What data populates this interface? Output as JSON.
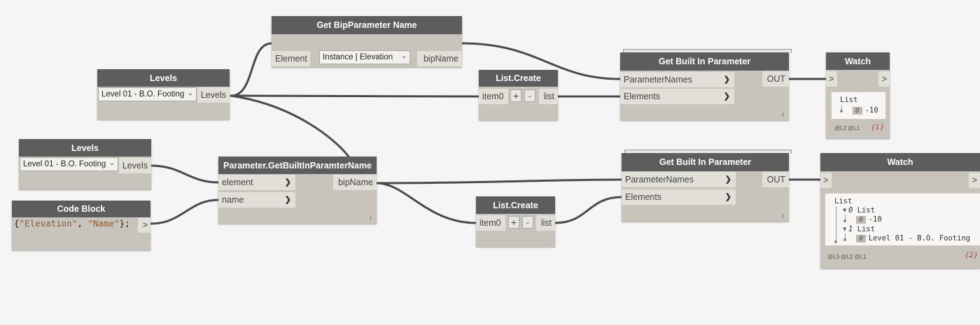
{
  "nodes": {
    "get_bip_name": {
      "title": "Get BipParameter Name",
      "input": "Element",
      "dropdown": "Instance | Elevation",
      "output": "bipName"
    },
    "levels_top": {
      "title": "Levels",
      "dropdown": "Level 01 - B.O. Footing",
      "output": "Levels"
    },
    "list_create_top": {
      "title": "List.Create",
      "input": "item0",
      "add": "+",
      "remove": "-",
      "output": "list"
    },
    "gbip_top": {
      "title": "Get Built In Parameter",
      "inputs": [
        "ParameterNames",
        "Elements"
      ],
      "output": "OUT"
    },
    "watch_top": {
      "title": "Watch",
      "in": ">",
      "out": ">",
      "list_label": "List",
      "items": [
        {
          "index": "0",
          "value": "-10"
        }
      ],
      "levels": "@L2 @L1",
      "count": "{1}"
    },
    "levels_bottom": {
      "title": "Levels",
      "dropdown": "Level 01 - B.O. Footing",
      "output": "Levels"
    },
    "code_block": {
      "title": "Code Block",
      "code_open": "{",
      "str1": "\"Elevation\"",
      "sep": ", ",
      "str2": "\"Name\"",
      "code_close": "};",
      "output": ">"
    },
    "param_get_bip": {
      "title": "Parameter.GetBuiltInParamterName",
      "inputs": [
        "element",
        "name"
      ],
      "output": "bipName"
    },
    "list_create_bottom": {
      "title": "List.Create",
      "input": "item0",
      "add": "+",
      "remove": "-",
      "output": "list"
    },
    "gbip_bottom": {
      "title": "Get Built In Parameter",
      "inputs": [
        "ParameterNames",
        "Elements"
      ],
      "output": "OUT"
    },
    "watch_bottom": {
      "title": "Watch",
      "in": ">",
      "out": ">",
      "list_label": "List",
      "sublists": [
        {
          "index": "0",
          "label": "List",
          "item_index": "0",
          "value": "-10"
        },
        {
          "index": "1",
          "label": "List",
          "item_index": "0",
          "value": "Level 01 - B.O. Footing"
        }
      ],
      "levels": "@L3 @L2 @L1",
      "count": "{2}"
    }
  },
  "icons": {
    "port_arrow": "chevron-right-icon",
    "dropdown": "chevron-down-icon"
  },
  "colors": {
    "canvas": "#f5f5f5",
    "node_body": "#c9c4bb",
    "node_header": "#5d5d5d",
    "wire": "#4a4a4a",
    "port": "#e2dfd9"
  }
}
